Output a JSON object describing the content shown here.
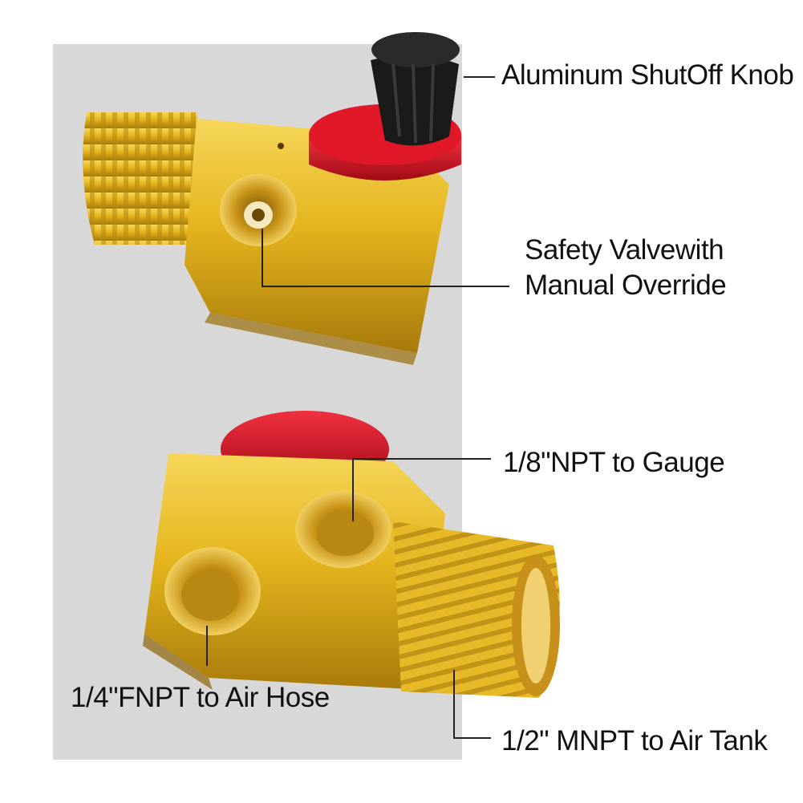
{
  "colors": {
    "background_panel": "#d8d8d8",
    "brass": "#e0b21c",
    "brass_dark": "#9a6e08",
    "knob_red": "#d0101c",
    "knob_black": "#151515",
    "leader_line": "#222222"
  },
  "callouts": {
    "shutoff_knob": "Aluminum ShutOff Knob",
    "safety_valve_line1": "Safety Valvewith",
    "safety_valve_line2": "Manual Override",
    "gauge_port": "1/8\"NPT to Gauge",
    "air_hose_port": "1/4\"FNPT to Air Hose",
    "air_tank_port": "1/2\" MNPT to Air Tank"
  }
}
